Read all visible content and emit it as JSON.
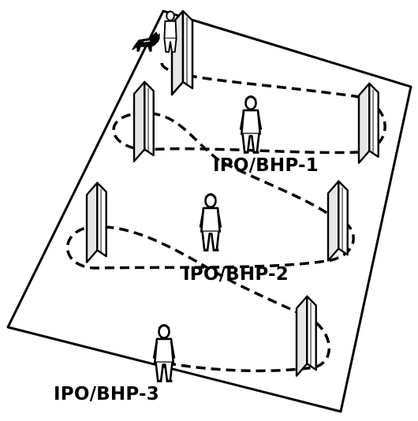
{
  "labels": {
    "route_1": "IPO/BHP-1",
    "route_2": "IPO/BHP-2",
    "route_3": "IPO/BHP-3"
  },
  "colors": {
    "ink": "#000000",
    "field": "#ffffff",
    "blind": "#e6e6e6"
  },
  "icons": {
    "blind": "hiding-blind-icon",
    "helper": "helper-person-icon",
    "handler": "handler-person-icon",
    "dog": "dog-icon"
  }
}
